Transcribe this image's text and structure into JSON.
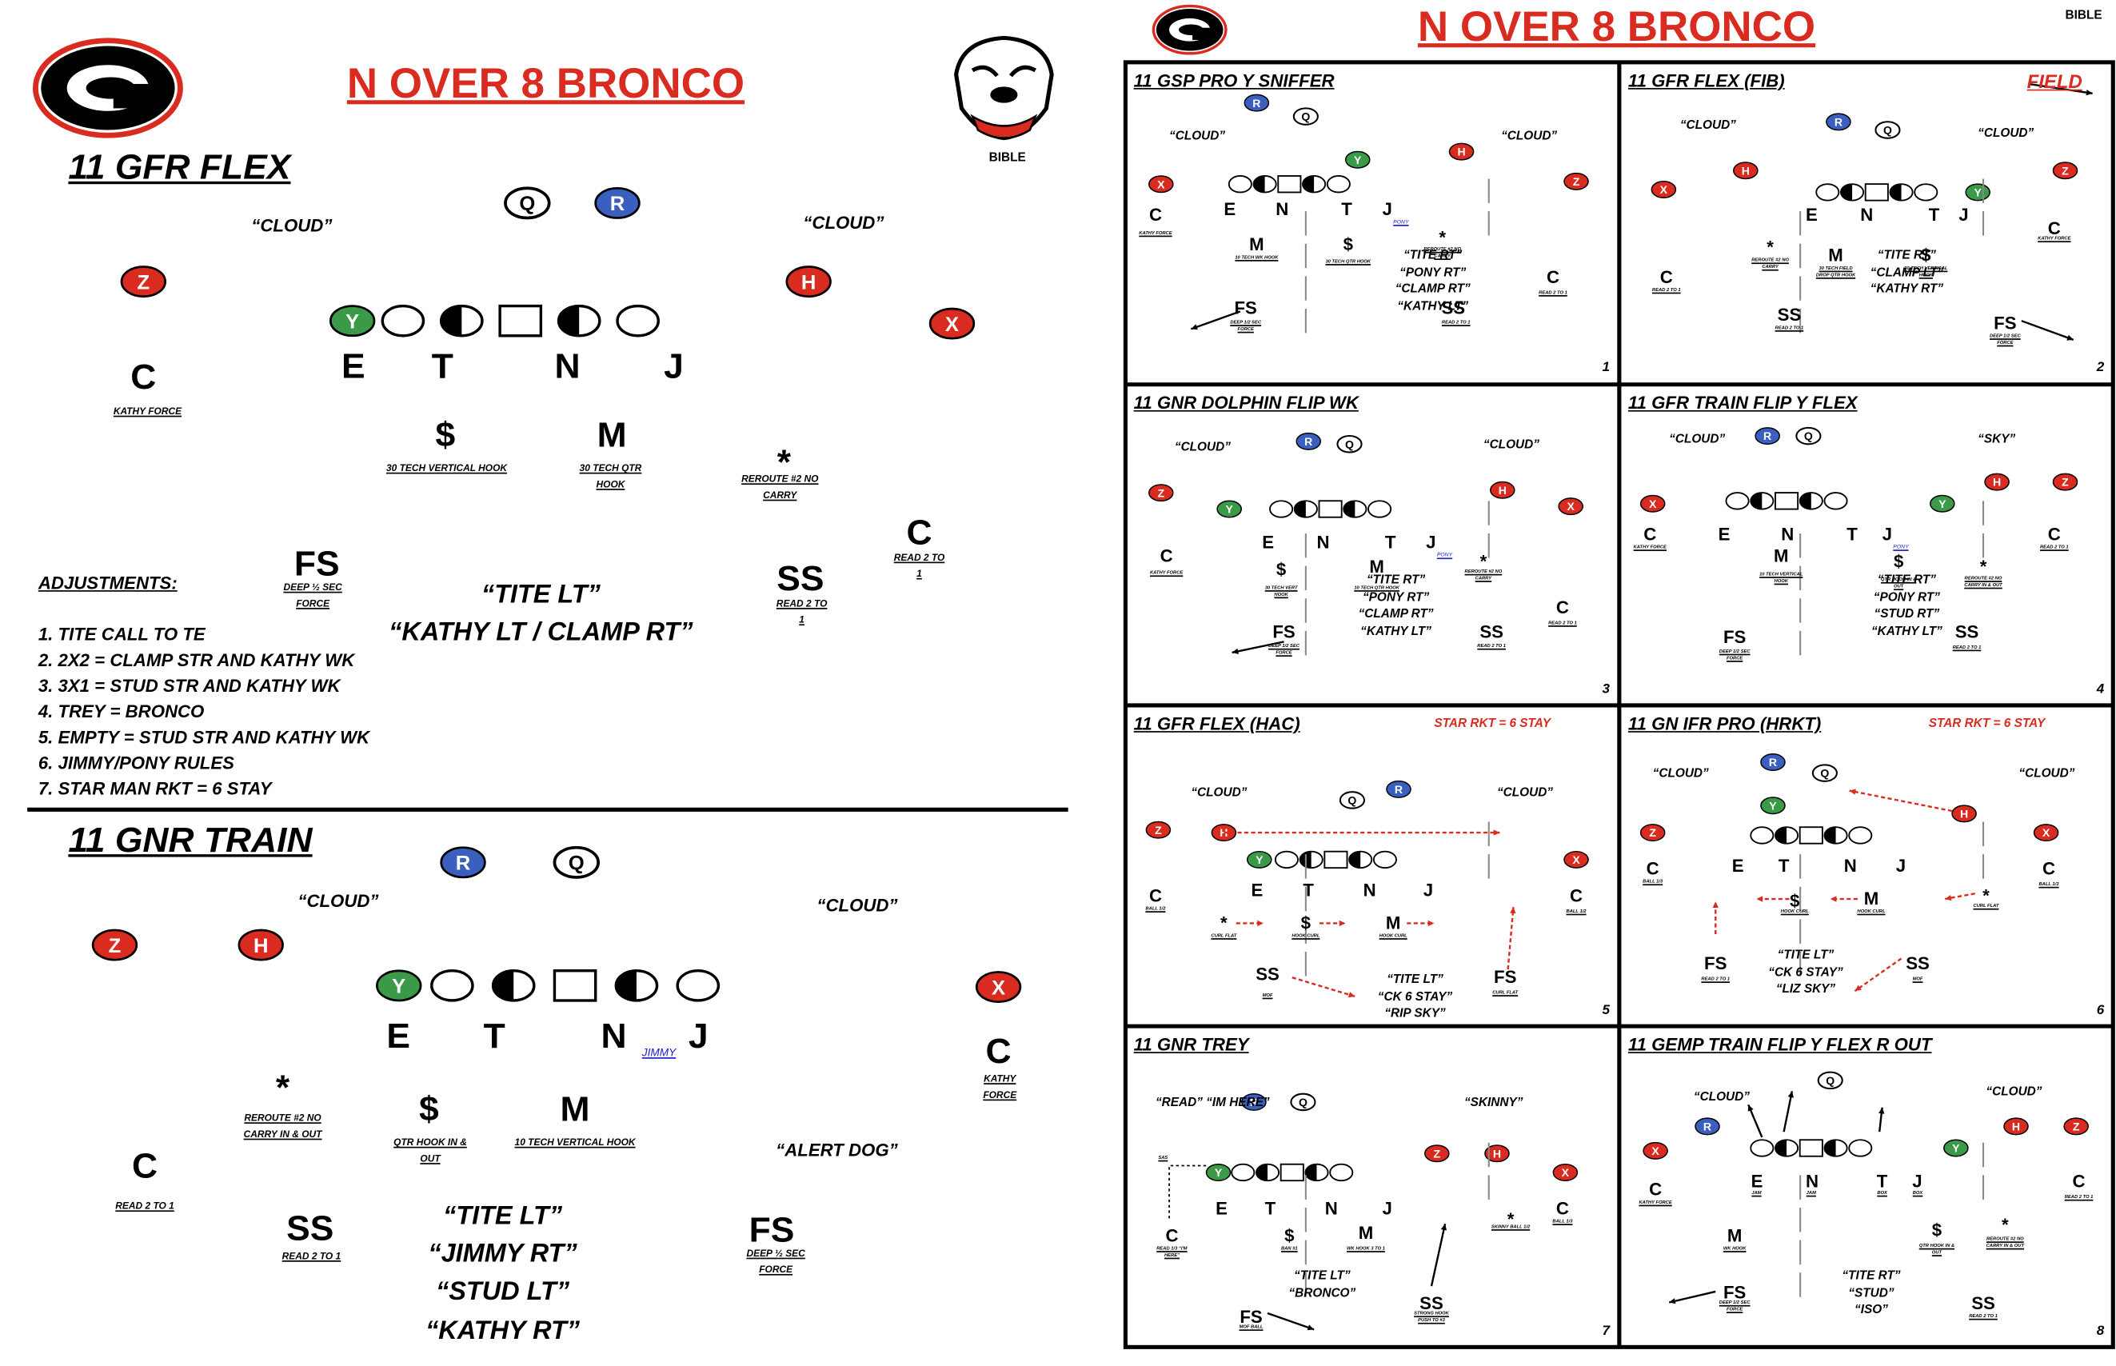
{
  "header_left": {
    "title": "N OVER 8 BRONCO",
    "bible": "BIBLE"
  },
  "header_right": {
    "title": "N OVER 8 BRONCO",
    "bible": "BIBLE"
  },
  "play_a": {
    "title": "11 GFR FLEX",
    "cloud_left": "“CLOUD”",
    "cloud_right": "“CLOUD”",
    "o_labels": [
      "Q",
      "R",
      "Y",
      "Z",
      "H",
      "X"
    ],
    "line": [
      "E",
      "T",
      "N",
      "J"
    ],
    "d": [
      {
        "l": "C",
        "n": "KATHY FORCE"
      },
      {
        "l": "$",
        "n": "30 TECH VERTICAL HOOK"
      },
      {
        "l": "M",
        "n": "30 TECH QTR HOOK"
      },
      {
        "l": "*",
        "n": "REROUTE #2 NO CARRY"
      },
      {
        "l": "C",
        "n": "READ 2 TO 1"
      },
      {
        "l": "FS",
        "n": "DEEP ½ SEC FORCE"
      },
      {
        "l": "SS",
        "n": "READ 2 TO 1"
      }
    ],
    "calls": [
      "“TITE LT”",
      "“KATHY LT / CLAMP RT”"
    ],
    "adj_title": "ADJUSTMENTS:",
    "adjustments": [
      "1. TITE CALL TO TE",
      "2. 2X2 = CLAMP STR AND KATHY WK",
      "3. 3X1 = STUD STR AND KATHY WK",
      "4. TREY = BRONCO",
      "5. EMPTY = STUD STR AND KATHY WK",
      "6. JIMMY/PONY RULES",
      "7. STAR MAN RKT = 6 STAY"
    ]
  },
  "play_b": {
    "title": "11 GNR TRAIN",
    "cloud_left": "“CLOUD”",
    "cloud_right": "“CLOUD”",
    "alert": "“ALERT DOG”",
    "jimmy": "JIMMY",
    "o_labels": [
      "R",
      "Q",
      "Z",
      "H",
      "Y",
      "X"
    ],
    "line": [
      "E",
      "T",
      "N",
      "J"
    ],
    "d": [
      {
        "l": "C",
        "n": "KATHY FORCE"
      },
      {
        "l": "*",
        "n": "REROUTE #2 NO CARRY IN & OUT"
      },
      {
        "l": "$",
        "n": "QTR HOOK IN & OUT"
      },
      {
        "l": "M",
        "n": "10 TECH VERTICAL HOOK"
      },
      {
        "l": "C",
        "n": "READ 2 TO 1"
      },
      {
        "l": "SS",
        "n": "READ 2 TO 1"
      },
      {
        "l": "FS",
        "n": "DEEP ½ SEC FORCE"
      }
    ],
    "calls": [
      "“TITE LT”",
      "“JIMMY RT”",
      "“STUD LT”",
      "“KATHY RT”"
    ]
  },
  "cards": [
    {
      "title": "11 GSP PRO Y SNIFFER",
      "num": "1",
      "cl": "“CLOUD”",
      "cr": "“CLOUD”",
      "calls": [
        "“TITE RT”",
        "“PONY RT”",
        "“CLAMP RT”",
        "“KATHY LT”"
      ],
      "line": [
        "E",
        "N",
        "T",
        "J"
      ],
      "tag": "PONY",
      "d": [
        "C",
        "M",
        "$",
        "*",
        "C",
        "FS",
        "SS"
      ],
      "notes": [
        "KATHY FORCE",
        "10 TECH WK HOOK",
        "30 TECH QTR HOOK",
        "REROUTE #2 NO CARRY",
        "READ 2 TO 1",
        "DEEP 1/2 SEC FORCE",
        "READ 2 TO 1"
      ],
      "o": [
        "R",
        "Q",
        "Y",
        "H",
        "X",
        "Z"
      ]
    },
    {
      "title": "11 GFR FLEX (FIB)",
      "num": "2",
      "flag": "FIELD",
      "cl": "“CLOUD”",
      "cr": "“CLOUD”",
      "calls": [
        "“TITE RT”",
        "“CLAMP LT”",
        "“KATHY RT”"
      ],
      "line": [
        "E",
        "N",
        "T",
        "J"
      ],
      "d": [
        "C",
        "*",
        "M",
        "$",
        "C",
        "SS",
        "FS"
      ],
      "notes": [
        "READ 2 TO 1",
        "REROUTE #2 NO CARRY",
        "30 TECH FIELD DROP QTR HOOK",
        "30 TECH VERTICAL HOOK",
        "KATHY FORCE",
        "READ 2 TO 1",
        "DEEP 1/2 SEC FORCE"
      ],
      "o": [
        "R",
        "Q",
        "X",
        "H",
        "Y",
        "Z"
      ]
    },
    {
      "title": "11 GNR DOLPHIN FLIP WK",
      "num": "3",
      "cl": "“CLOUD”",
      "cr": "“CLOUD”",
      "calls": [
        "“TITE RT”",
        "“PONY RT”",
        "“CLAMP RT”",
        "“KATHY LT”"
      ],
      "line": [
        "E",
        "N",
        "T",
        "J"
      ],
      "tag": "PONY",
      "d": [
        "C",
        "$",
        "M",
        "*",
        "C",
        "FS",
        "SS"
      ],
      "notes": [
        "KATHY FORCE",
        "30 TECH VERT HOOK",
        "10 TECH QTR HOOK",
        "REROUTE #2 NO CARRY",
        "READ 2 TO 1",
        "DEEP 1/2 SEC FORCE",
        "READ 2 TO 1"
      ],
      "o": [
        "R",
        "Q",
        "Z",
        "Y",
        "H",
        "X"
      ]
    },
    {
      "title": "11 GFR TRAIN FLIP Y FLEX",
      "num": "4",
      "cl": "“CLOUD”",
      "cr": "“SKY”",
      "calls": [
        "“TITE RT”",
        "“PONY RT”",
        "“STUD RT”",
        "“KATHY LT”"
      ],
      "line": [
        "E",
        "N",
        "T",
        "J"
      ],
      "tag": "PONY",
      "d": [
        "C",
        "M",
        "$",
        "*",
        "C",
        "FS",
        "SS"
      ],
      "notes": [
        "KATHY FORCE",
        "10 TECH VERTICAL HOOK",
        "QTR HOOK IN & OUT",
        "REROUTE #2 NO CARRY IN & OUT",
        "READ 2 TO 1",
        "DEEP 1/2 SEC FORCE",
        "READ 2 TO 1"
      ],
      "o": [
        "R",
        "Q",
        "X",
        "Y",
        "H",
        "Z"
      ]
    },
    {
      "title": "11 GFR FLEX (HAC)",
      "num": "5",
      "flag": "STAR RKT = 6 STAY",
      "cl": "“CLOUD”",
      "cr": "“CLOUD”",
      "calls": [
        "“TITE LT”",
        "“CK 6 STAY”",
        "“RIP SKY”"
      ],
      "line": [
        "E",
        "T",
        "N",
        "J"
      ],
      "d": [
        "C",
        "*",
        "$",
        "M",
        "C",
        "SS",
        "FS"
      ],
      "notes": [
        "BALL 1/2",
        "CURL FLAT",
        "HOOK CURL",
        "HOOK CURL",
        "BALL 1/2",
        "MOF",
        "CURL FLAT"
      ],
      "o": [
        "Q",
        "R",
        "Z",
        "H",
        "Y",
        "X"
      ]
    },
    {
      "title": "11 GN IFR PRO (HRKT)",
      "num": "6",
      "flag": "STAR RKT = 6 STAY",
      "cl": "“CLOUD”",
      "cr": "“CLOUD”",
      "calls": [
        "“TITE LT”",
        "“CK 6 STAY”",
        "“LIZ SKY”"
      ],
      "line": [
        "E",
        "T",
        "N",
        "J"
      ],
      "d": [
        "C",
        "$",
        "M",
        "*",
        "C",
        "FS",
        "SS"
      ],
      "notes": [
        "BALL 1/3",
        "HOOK CURL",
        "HOOK CURL",
        "CURL FLAT",
        "BALL 1/3",
        "READ 2 TO 1",
        "MOF"
      ],
      "o": [
        "R",
        "Q",
        "Y",
        "H",
        "Z",
        "X"
      ]
    },
    {
      "title": "11 GNR TREY",
      "num": "7",
      "cl": "“READ” “IM HERE”",
      "cr": "“SKINNY”",
      "calls": [
        "“TITE LT”",
        "“BRONCO”"
      ],
      "line": [
        "E",
        "T",
        "N",
        "J"
      ],
      "d": [
        "C",
        "$",
        "M",
        "*",
        "C",
        "SS",
        "FS"
      ],
      "notes": [
        "READ 1/3 “I'M HERE”",
        "BAN #1",
        "WK HOOK 3 TO 1",
        "SKINNY BALL 1/2",
        "BALL 1/3",
        "STRONG HOOK PUSH TO #3",
        "MOF BALL"
      ],
      "o": [
        "R",
        "Q",
        "Z",
        "H",
        "X",
        "Y"
      ],
      "sas": "SAS"
    },
    {
      "title": "11 GEMP TRAIN FLIP Y FLEX R OUT",
      "num": "8",
      "cl": "“CLOUD”",
      "cr": "“CLOUD”",
      "calls": [
        "“TITE RT”",
        "“STUD”",
        "“ISO”"
      ],
      "line": [
        "E",
        "N",
        "T",
        "J"
      ],
      "d": [
        "C",
        "M",
        "$",
        "*",
        "C",
        "FS",
        "SS"
      ],
      "notes": [
        "KATHY FORCE",
        "WK HOOK",
        "QTR HOOK IN & OUT",
        "REROUTE #2 NO CARRY IN & OUT",
        "READ 2 TO 1",
        "DEEP 1/2 SEC FORCE",
        "READ 2 TO 1"
      ],
      "o": [
        "Q",
        "R",
        "X",
        "H",
        "Z",
        "Y"
      ],
      "jam": [
        "JAM",
        "JAM",
        "BOX",
        "BOX"
      ]
    }
  ],
  "colors": {
    "red": "#d92b1f",
    "blue": "#3a5fbf",
    "green": "#3a9a48"
  }
}
